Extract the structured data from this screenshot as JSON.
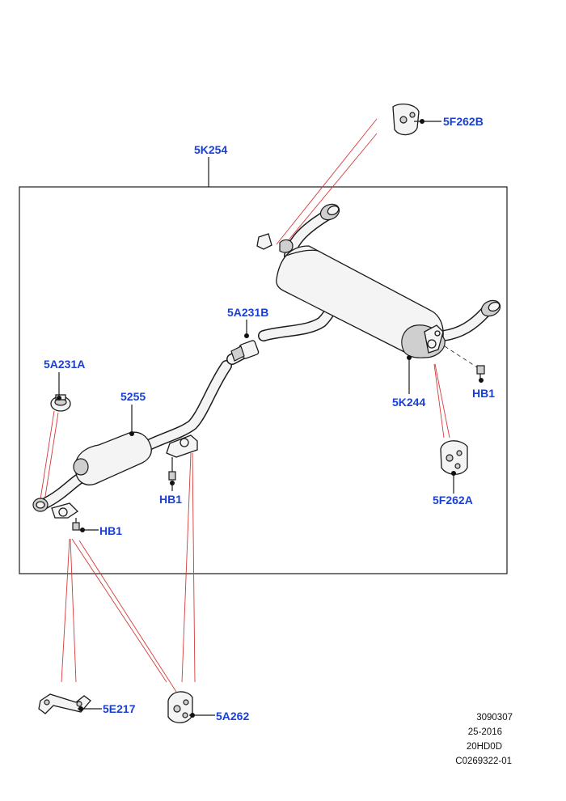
{
  "callouts": {
    "c_5F262B": "5F262B",
    "c_5K254": "5K254",
    "c_5A231B": "5A231B",
    "c_5A231A": "5A231A",
    "c_5255": "5255",
    "c_5K244": "5K244",
    "c_HB1_right": "HB1",
    "c_HB1_mid": "HB1",
    "c_HB1_left": "HB1",
    "c_5F262A": "5F262A",
    "c_5E217": "5E217",
    "c_5A262": "5A262"
  },
  "reference_block": {
    "line1": "3090307",
    "line2": "25-2016",
    "line3": "20HD0D",
    "line4": "C0269322-01"
  },
  "colors": {
    "callout_text": "#1a3fd6",
    "red_leaders": "#d63a3a",
    "line_art": "#1b1b1b"
  }
}
